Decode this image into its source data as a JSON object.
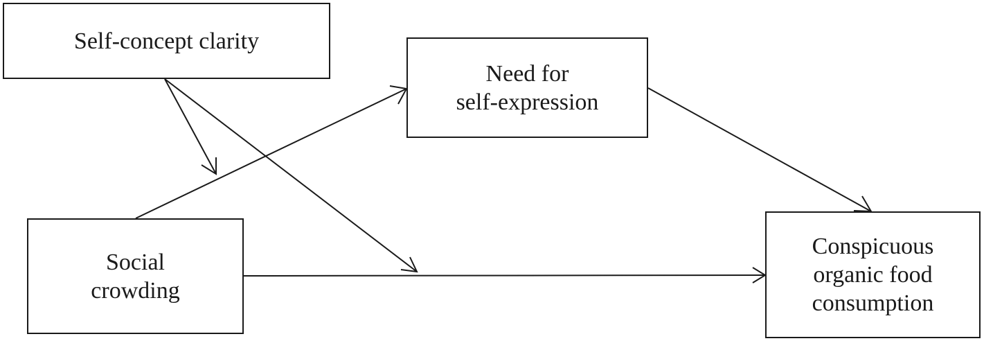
{
  "nodes": {
    "self_concept_clarity": {
      "lines": [
        "Self-concept clarity"
      ]
    },
    "need_for_self_expression": {
      "lines": [
        "Need for",
        "self-expression"
      ]
    },
    "social_crowding": {
      "lines": [
        "Social",
        "crowding"
      ]
    },
    "conspicuous_organic_food_consumption": {
      "lines": [
        "Conspicuous",
        "organic food",
        "consumption"
      ]
    }
  },
  "edges": [
    {
      "from": "social_crowding",
      "to": "need_for_self_expression"
    },
    {
      "from": "need_for_self_expression",
      "to": "conspicuous_organic_food_consumption"
    },
    {
      "from": "social_crowding",
      "to": "conspicuous_organic_food_consumption"
    },
    {
      "from": "self_concept_clarity",
      "to": "edge:social_crowding->need_for_self_expression",
      "kind": "moderation"
    },
    {
      "from": "self_concept_clarity",
      "to": "edge:social_crowding->conspicuous_organic_food_consumption",
      "kind": "moderation"
    }
  ],
  "colors": {
    "stroke": "#1a1a1a",
    "background": "#ffffff"
  }
}
